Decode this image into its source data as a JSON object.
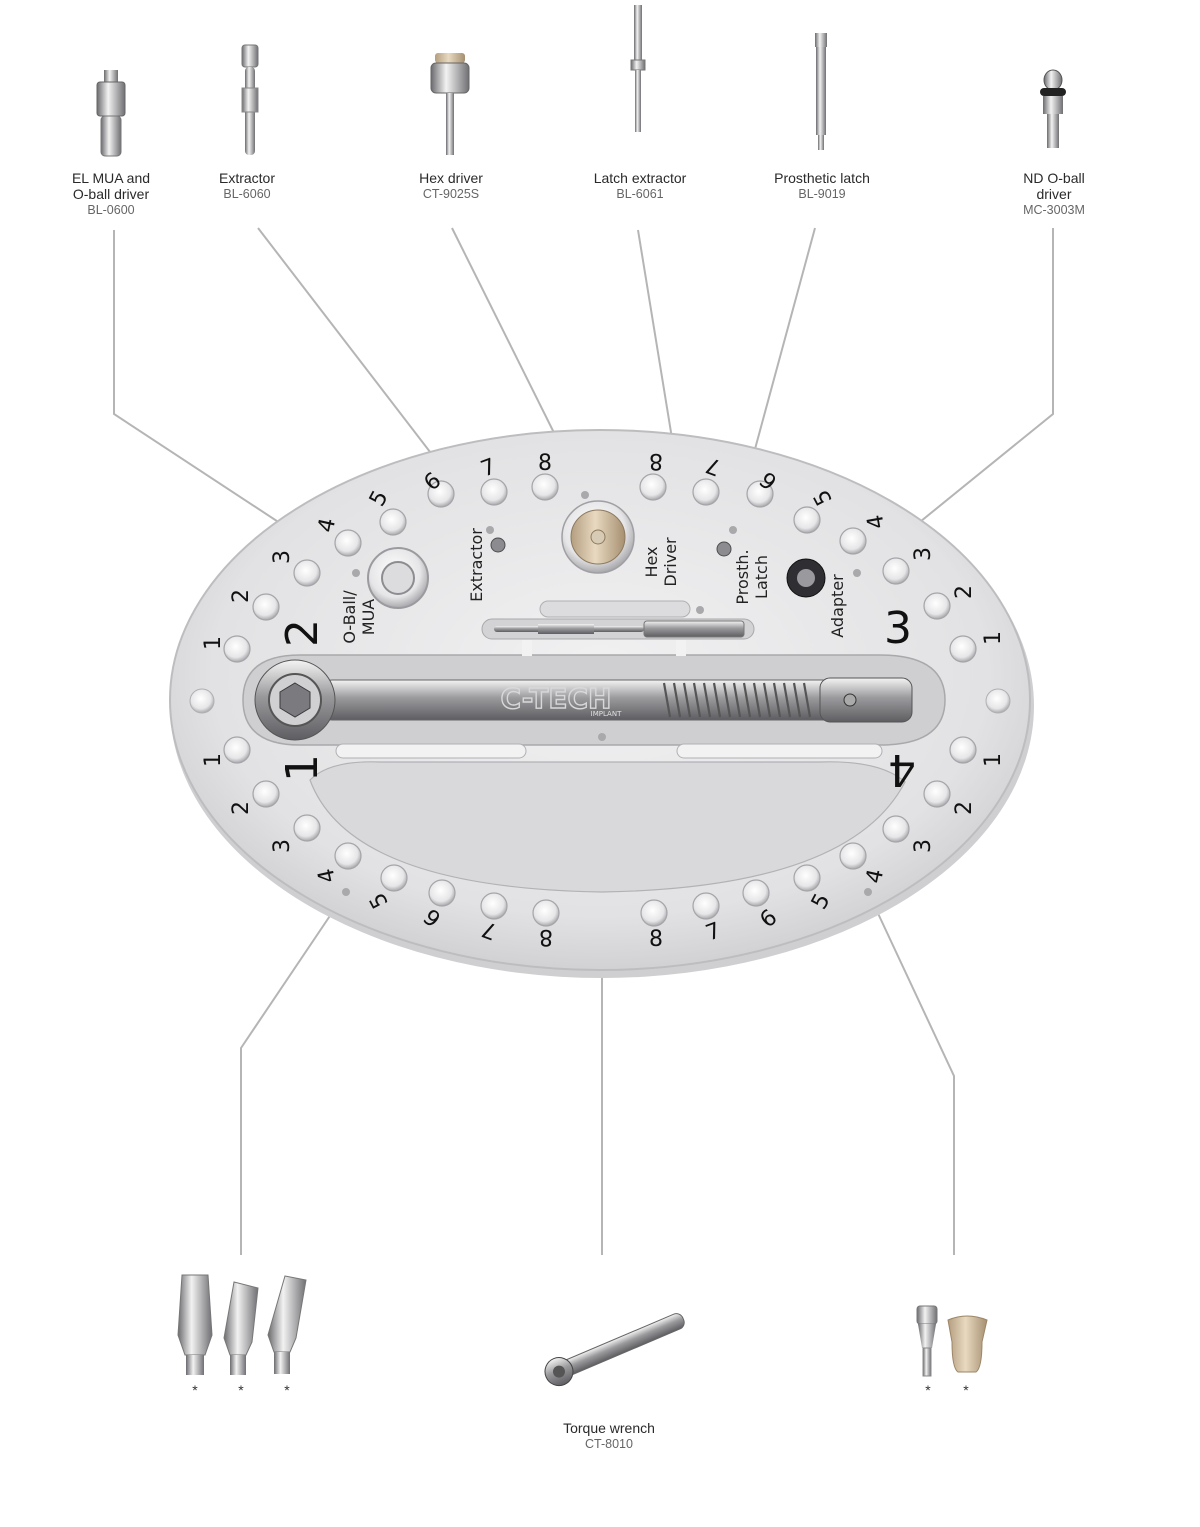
{
  "tools_top": [
    {
      "name_lines": [
        "EL MUA and",
        "O-ball driver"
      ],
      "code": "BL-0600"
    },
    {
      "name_lines": [
        "Extractor"
      ],
      "code": "BL-6060"
    },
    {
      "name_lines": [
        "Hex driver"
      ],
      "code": "CT-9025S"
    },
    {
      "name_lines": [
        "Latch extractor"
      ],
      "code": "BL-6061"
    },
    {
      "name_lines": [
        "Prosthetic latch"
      ],
      "code": "BL-9019"
    },
    {
      "name_lines": [
        "ND O-ball",
        "driver"
      ],
      "code": "MC-3003M"
    }
  ],
  "tray": {
    "brand": "C-TECH",
    "brand_sub": "IMPLANT",
    "quadrant_numbers": [
      "1",
      "2",
      "3",
      "4"
    ],
    "hole_numbers": [
      "1",
      "2",
      "3",
      "4",
      "5",
      "6",
      "7",
      "8"
    ],
    "slot_labels": {
      "oball_mua": [
        "O-Ball/",
        "MUA"
      ],
      "extractor": "Extractor",
      "hex_driver": [
        "Hex",
        "Driver"
      ],
      "prosth_latch": [
        "Prosth.",
        "Latch"
      ],
      "adapter": "Adapter"
    }
  },
  "bottom": {
    "torque_wrench": {
      "name": "Torque wrench",
      "code": "CT-8010"
    },
    "asterisk": "*"
  },
  "colors": {
    "tray_fill": "#e3e3e5",
    "tray_edge": "#bdbdc0",
    "leader_line": "#b5b5b5",
    "text": "#2a2a2a"
  }
}
